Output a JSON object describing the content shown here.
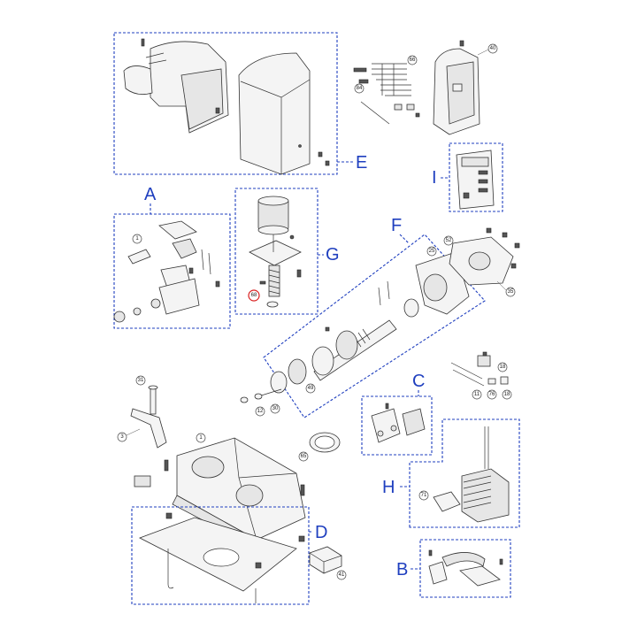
{
  "accent_color": "#1f3fbf",
  "highlight_color": "#d92020",
  "groups": {
    "A": "A",
    "B": "B",
    "C": "C",
    "D": "D",
    "E": "E",
    "F": "F",
    "G": "G",
    "H": "H",
    "I": "I"
  },
  "callouts": {
    "n40": "40",
    "n66": "66",
    "n84": "84",
    "n1a": "1",
    "n52": "52",
    "n25": "25",
    "n35": "35",
    "n68": "68",
    "n49": "49",
    "n30": "30",
    "n12": "12",
    "n18a": "18",
    "n11": "11",
    "n76": "76",
    "n18b": "18",
    "n31": "31",
    "n3": "3",
    "n1b": "1",
    "n65": "65",
    "n71": "71",
    "n41": "41"
  }
}
